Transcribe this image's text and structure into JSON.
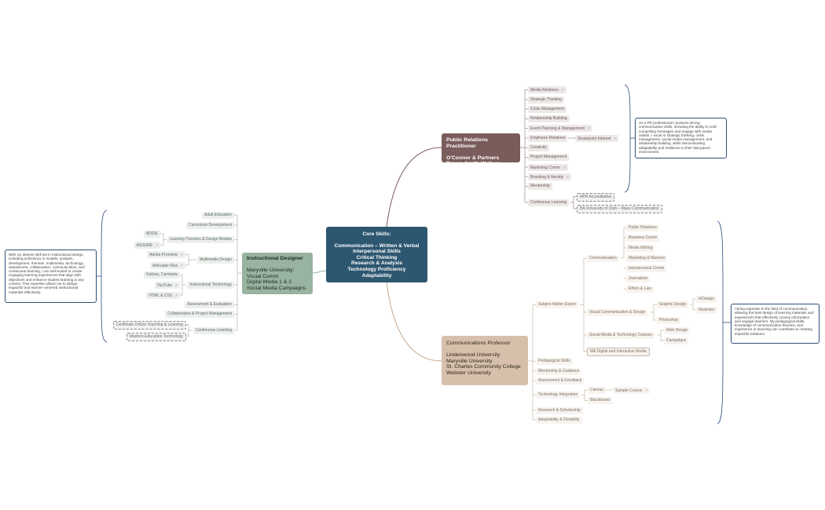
{
  "central": {
    "title": "Core Skills:",
    "lines": [
      "Communication – Written & Verbal",
      "Interpersonal Skills",
      "Critical Thinking",
      "Research & Analysis",
      "Technology Proficiency",
      "Adaptability"
    ]
  },
  "pr": {
    "title": "Public Relations Practitioner",
    "line2": "O'Connor & Partners",
    "line3": "Brown Smith Wallace",
    "items": [
      "Media Relations",
      "Strategic Thinking",
      "Crisis Management",
      "Relationship Building",
      "Event Planning & Management",
      "Employee Relations",
      "Creativity",
      "Project Management",
      "Marketing Comm",
      "Branding & Identity",
      "Mentorship",
      "Continuous Learning"
    ],
    "sharepoint": "Sharepoint Intranet",
    "apr": "APR Accreditation",
    "ba": "BA University of Utah – Mass Communication",
    "note": "As a PR professional I possess strong communication skills, including the ability to craft compelling messages and engage with media outlets. I excel in strategic thinking, crisis management, social media management, and relationship building, while demonstrating adaptability and resilience in their fast-paced environment."
  },
  "id": {
    "title": "Instructional Designer",
    "lines": [
      "Maryville University:",
      "Visual Comm",
      "Digital Media 1 & 2",
      "Social Media Campaigns"
    ],
    "items": [
      "Adult Education",
      "Curriculum Development",
      "Learning Theories & Design Models",
      "Multimedia Design",
      "Instructional Technology",
      "Assessment & Evaluation",
      "Collaboration & Project Management",
      "Continuous Learning"
    ],
    "models": [
      "ADDIE",
      "ASSURE"
    ],
    "multimedia": [
      "Adobe Premiere",
      "Articulate Rise"
    ],
    "tech": [
      "Kaltura, Camtasia",
      "YouTube",
      "HTML & CSS"
    ],
    "learning": [
      "Certificate Online Teaching & Learning",
      "Masters Education Technology"
    ],
    "note": "With my diverse skill set in instructional design, including proficiency in models, analysis, development, theories, multimedia, technology, assessment, collaboration, communication, and continuous learning, I am well-suited to create engaging learning experiences that align with objectives and enhance student learning in any context. This expertise allows me to design impactful and learner-centered instructional materials effectively."
  },
  "cp": {
    "title": "Communications Professor",
    "lines": [
      "Lindenwood University",
      "Maryville University",
      "St. Charles Community College",
      "Webster University"
    ],
    "items": [
      "Subject Matter Expert",
      "Pedagogical Skills",
      "Mentorship & Guidance",
      "Assessment & Feedback",
      "Technology Integration",
      "Research & Scholarship",
      "Adaptability & Flexibility"
    ],
    "sme": [
      "Communication",
      "Visual Communication & Design",
      "Social Media & Technology Courses",
      "MA Digital and Interactive Media"
    ],
    "comm": [
      "Public Relations",
      "Business Comm",
      "Media Writing",
      "Marketing & Marcom",
      "Interpersonal Comm",
      "Journalism",
      "Ethics & Law"
    ],
    "visual": [
      "Graphic Design",
      "Photoshop"
    ],
    "graphic": [
      "InDesign",
      "Illustrator"
    ],
    "social": [
      "Web Design",
      "Campaigns"
    ],
    "techint": [
      "Canvas",
      "Blackboard"
    ],
    "sample": "Sample Course",
    "note": "I bring expertise in the field of communication, allowing the best design of learning materials and experiences that effectively convey information and engage learners. My pedagogical skills, knowledge of communication theories, and experience in teaching can contribute to creating impactful solutions."
  },
  "colors": {
    "central": "#2d5670",
    "pr": "#7a5c5a",
    "id": "#98b3a0",
    "cp": "#d6c0ab",
    "note_border": "#2c4f7a"
  }
}
